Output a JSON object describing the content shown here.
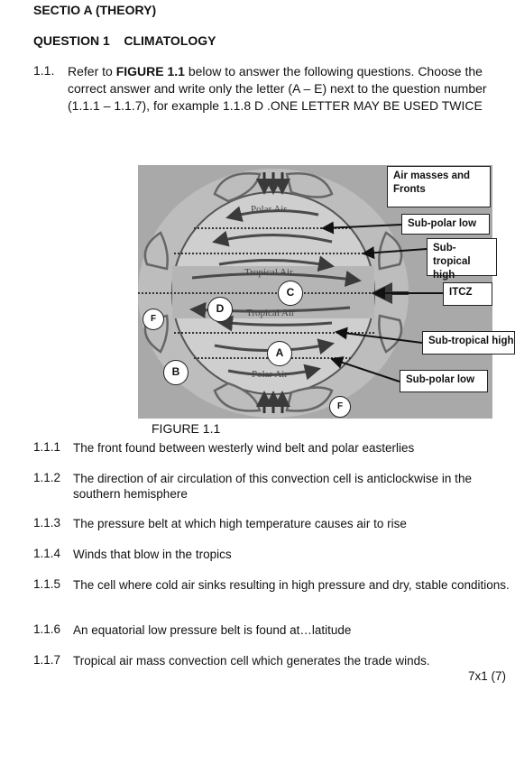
{
  "section_heading": "SECTIO A (THEORY)",
  "question_heading": "QUESTION 1    CLIMATOLOGY",
  "instruction": {
    "number": "1.1.",
    "prefix": "Refer to ",
    "figure_ref": "FIGURE 1.1",
    "text": " below to answer the following questions. Choose the correct answer and write only the letter (A – E) next to the question number (1.1.1 – 1.1.7), for example 1.1.8 D .ONE LETTER MAY BE USED TWICE"
  },
  "figure": {
    "caption": "FIGURE 1.1",
    "diagram_text": {
      "polar_air_top": "Polar Air",
      "tropical_air_top": "Tropical Air",
      "tropical_air_bottom": "Tropical Air",
      "polar_air_bottom": "Polar Air"
    },
    "labels": {
      "title": "Air masses and Fronts",
      "sub_polar_low_top": "Sub-polar low",
      "sub_tropical_high_top": "Sub-tropical high",
      "itcz": "ITCZ",
      "sub_tropical_high_bottom": "Sub-tropical high",
      "sub_polar_low_bottom": "Sub-polar low"
    },
    "letters": {
      "c": "C",
      "d": "D",
      "f_left": "F",
      "a": "A",
      "b": "B",
      "f_bottom": "F"
    },
    "colors": {
      "background": "#a9a9a9",
      "globe": "#c8c8c8",
      "equator_band": "#b0b0b0",
      "arrows": "#4a4a4a"
    }
  },
  "questions": [
    {
      "number": "1.1.1",
      "text": "The front found between westerly wind belt and polar easterlies"
    },
    {
      "number": "1.1.2",
      "text": "The direction of air circulation of this convection cell is anticlockwise in the southern hemisphere"
    },
    {
      "number": "1.1.3",
      "text": "The pressure belt at which high temperature causes air to rise"
    },
    {
      "number": "1.1.4",
      "text": "Winds that blow in the tropics"
    },
    {
      "number": "1.1.5",
      "text": "The cell where cold air sinks resulting in high pressure and dry, stable conditions."
    },
    {
      "number": "1.1.6",
      "text": "An equatorial low pressure belt is found at…latitude"
    },
    {
      "number": "1.1.7",
      "text": "Tropical air mass convection cell which generates the trade winds."
    }
  ],
  "marks": "7x1 (7)"
}
